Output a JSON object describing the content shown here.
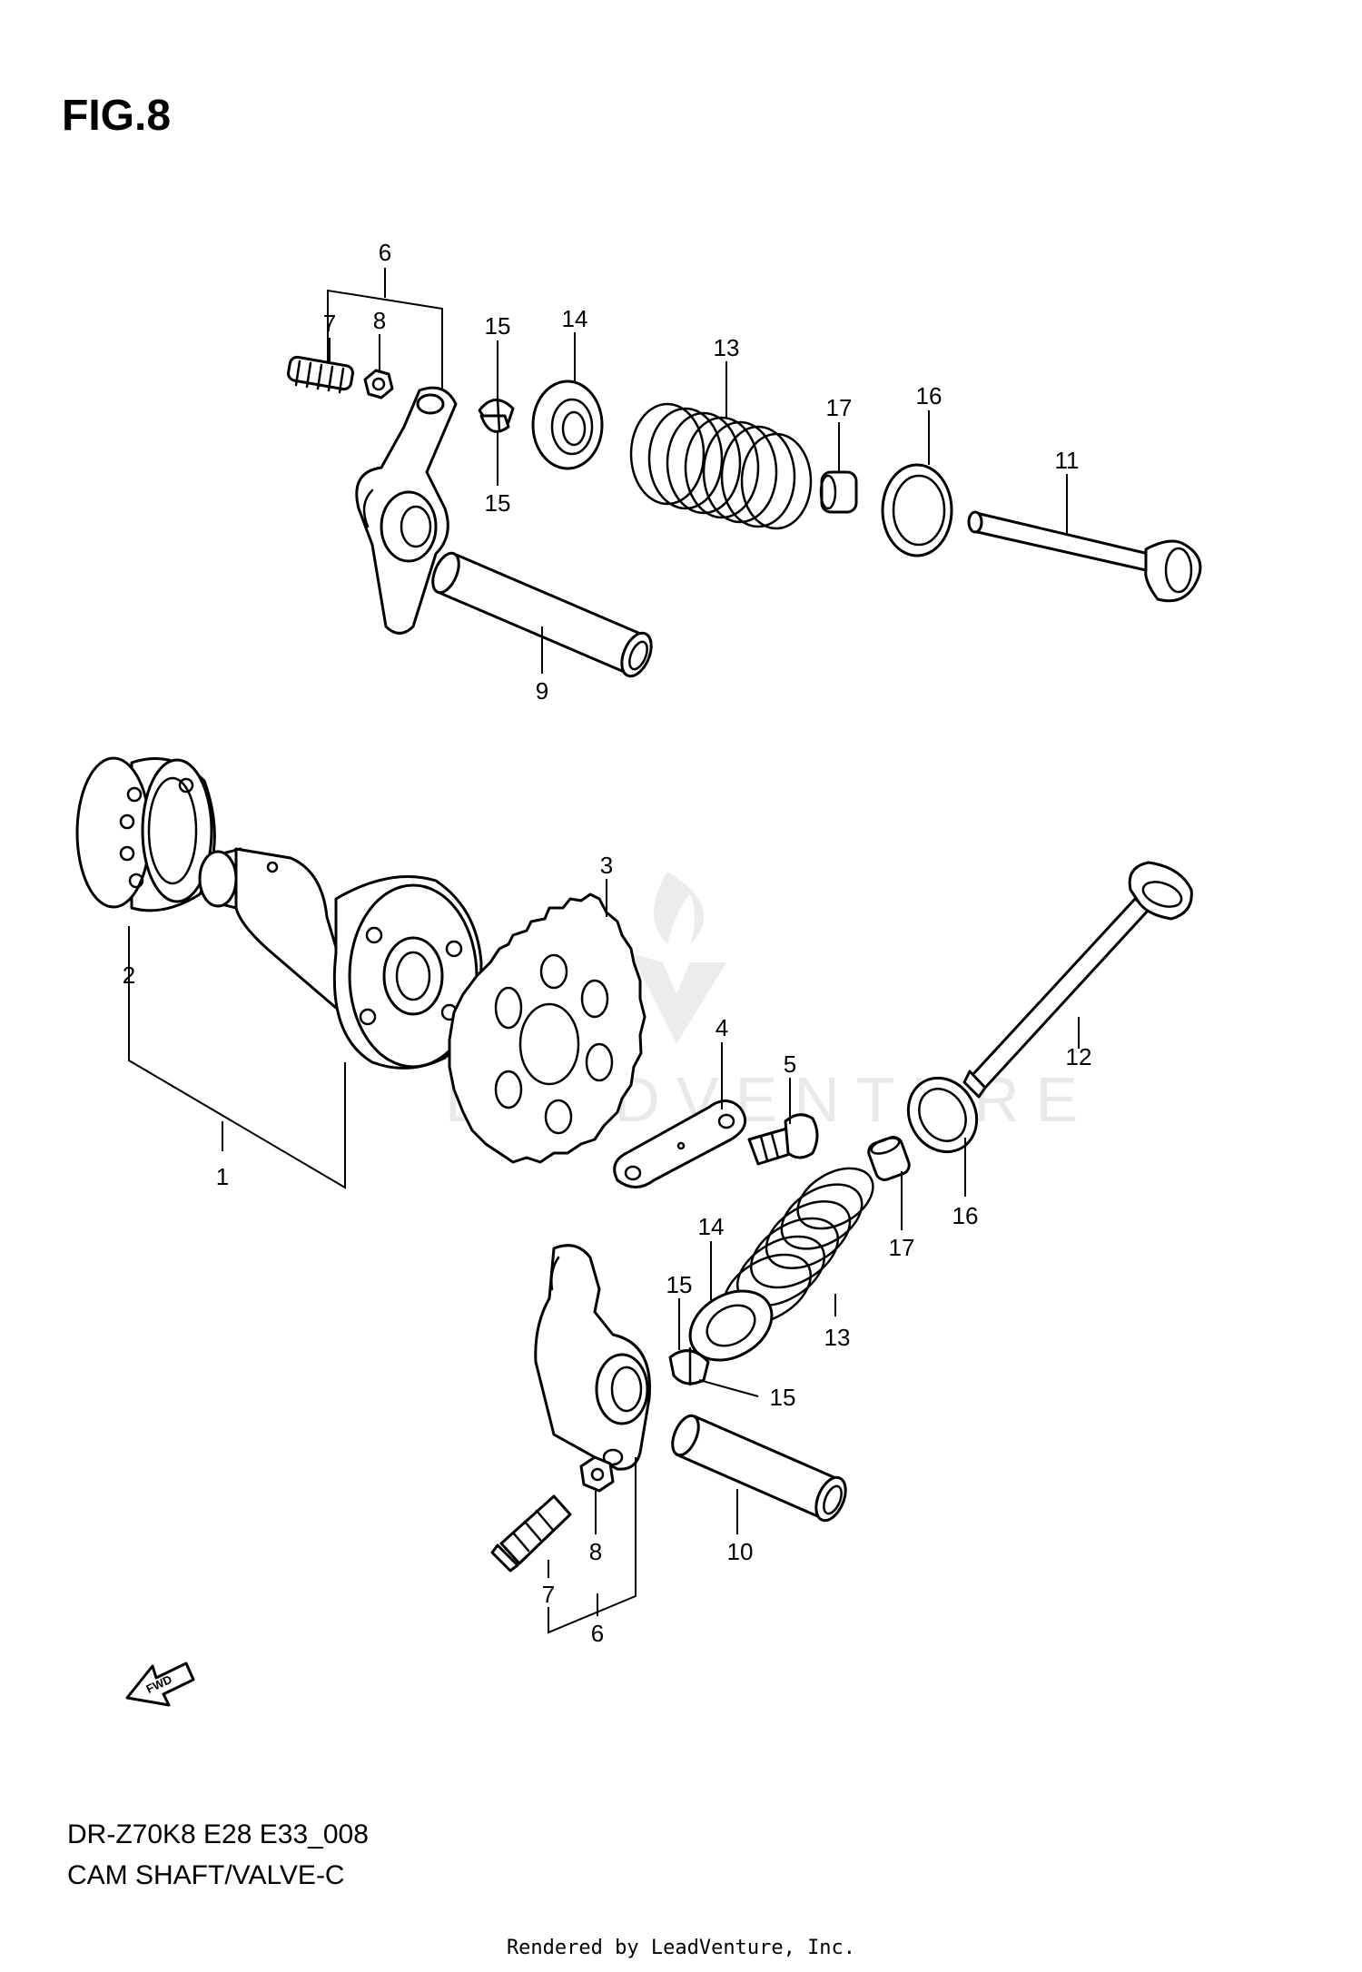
{
  "figure": {
    "title": "FIG.8"
  },
  "footer": {
    "model_code": "DR-Z70K8 E28 E33_008",
    "section_name": "CAM SHAFT/VALVE-C",
    "credit": "Rendered by LeadVenture, Inc."
  },
  "watermark": {
    "text": "LEADVENTURE"
  },
  "fwd_arrow": {
    "label": "FWD"
  },
  "callouts": [
    {
      "id": "c6a",
      "text": "6"
    },
    {
      "id": "c7a",
      "text": "7"
    },
    {
      "id": "c8a",
      "text": "8"
    },
    {
      "id": "c15a",
      "text": "15"
    },
    {
      "id": "c15b",
      "text": "15"
    },
    {
      "id": "c14a",
      "text": "14"
    },
    {
      "id": "c13a",
      "text": "13"
    },
    {
      "id": "c17a",
      "text": "17"
    },
    {
      "id": "c16a",
      "text": "16"
    },
    {
      "id": "c11",
      "text": "11"
    },
    {
      "id": "c9",
      "text": "9"
    },
    {
      "id": "c3",
      "text": "3"
    },
    {
      "id": "c2",
      "text": "2"
    },
    {
      "id": "c12",
      "text": "12"
    },
    {
      "id": "c4",
      "text": "4"
    },
    {
      "id": "c5",
      "text": "5"
    },
    {
      "id": "c1",
      "text": "1"
    },
    {
      "id": "c16b",
      "text": "16"
    },
    {
      "id": "c14b",
      "text": "14"
    },
    {
      "id": "c17b",
      "text": "17"
    },
    {
      "id": "c15c",
      "text": "15"
    },
    {
      "id": "c13b",
      "text": "13"
    },
    {
      "id": "c15d",
      "text": "15"
    },
    {
      "id": "c8b",
      "text": "8"
    },
    {
      "id": "c10",
      "text": "10"
    },
    {
      "id": "c7b",
      "text": "7"
    },
    {
      "id": "c6b",
      "text": "6"
    }
  ],
  "icons": [
    "fwd-arrow-icon"
  ]
}
